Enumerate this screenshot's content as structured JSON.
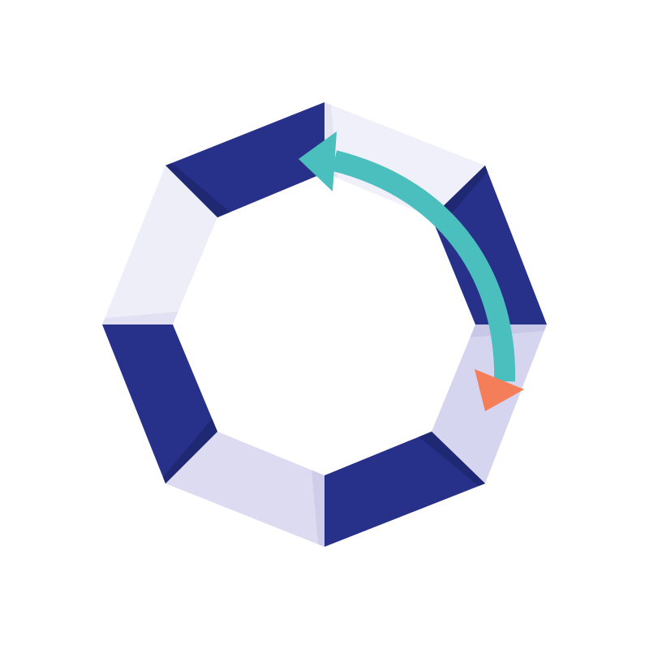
{
  "octagon_ring": {
    "segments": [
      {
        "name": "top-left",
        "color": "#27318a",
        "shade": "#1f2873"
      },
      {
        "name": "top-right",
        "color": "#f0f0fa",
        "shade": "#e4e4f4"
      },
      {
        "name": "right-upper",
        "color": "#27318a",
        "shade": "#1f2873"
      },
      {
        "name": "right-lower",
        "color": "#d6d5ef",
        "shade": "#c8c7e8"
      },
      {
        "name": "bottom-right",
        "color": "#27318a",
        "shade": "#1f2873"
      },
      {
        "name": "bottom-left",
        "color": "#dcdbf1",
        "shade": "#cfcde9"
      },
      {
        "name": "left-lower",
        "color": "#27318a",
        "shade": "#1f2873"
      },
      {
        "name": "left-upper",
        "color": "#eeeef9",
        "shade": "#e2e1f3"
      }
    ]
  },
  "cycle_arrow": {
    "color": "#4bbfbd",
    "tail_color": "#f47e5a",
    "direction": "counter-clockwise"
  },
  "colors": {
    "background": "#ffffff",
    "navy": "#27318a",
    "lavender": "#d8d7f0",
    "teal": "#4bbfbd",
    "coral": "#f47e5a"
  }
}
